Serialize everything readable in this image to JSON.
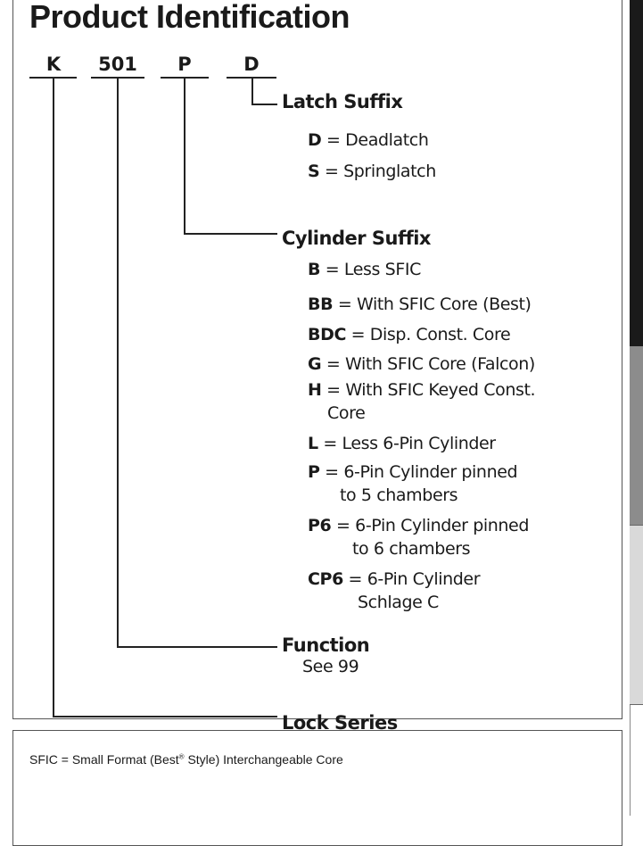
{
  "title": "Product Identification",
  "codes": {
    "series": "K",
    "function": "501",
    "cylinder": "P",
    "latch": "D"
  },
  "latch_suffix": {
    "heading": "Latch Suffix",
    "items": [
      {
        "key": "D",
        "desc": "= Deadlatch"
      },
      {
        "key": "S",
        "desc": "= Springlatch"
      }
    ]
  },
  "cylinder_suffix": {
    "heading": "Cylinder Suffix",
    "items": [
      {
        "key": "B",
        "desc": "= Less SFIC",
        "cont": ""
      },
      {
        "key": "BB",
        "desc": "= With SFIC Core (Best)",
        "cont": ""
      },
      {
        "key": "BDC",
        "desc": "= Disp. Const. Core",
        "cont": ""
      },
      {
        "key": "G",
        "desc": "= With SFIC Core (Falcon)",
        "cont": ""
      },
      {
        "key": "H",
        "desc": "= With SFIC Keyed Const.",
        "cont": "Core"
      },
      {
        "key": "L",
        "desc": "= Less 6-Pin Cylinder",
        "cont": ""
      },
      {
        "key": "P",
        "desc": "= 6-Pin Cylinder pinned",
        "cont": "to 5 chambers"
      },
      {
        "key": "P6",
        "desc": "= 6-Pin Cylinder pinned",
        "cont": "to 6 chambers"
      },
      {
        "key": "CP6",
        "desc": "= 6-Pin Cylinder",
        "cont": "Schlage C"
      }
    ]
  },
  "function": {
    "heading": "Function",
    "sub": "See 99"
  },
  "lock_series": {
    "heading": "Lock Series"
  },
  "footnote": {
    "pre": "SFIC = Small Format (Best",
    "reg": "®",
    "post": " Style) Interchangeable Core"
  },
  "colors": {
    "ink": "#1a1a1a",
    "border": "#555555",
    "sidebar_dark": "#1a1a1a",
    "sidebar_gray": "#8c8c8c",
    "sidebar_light": "#d9d9d9"
  }
}
